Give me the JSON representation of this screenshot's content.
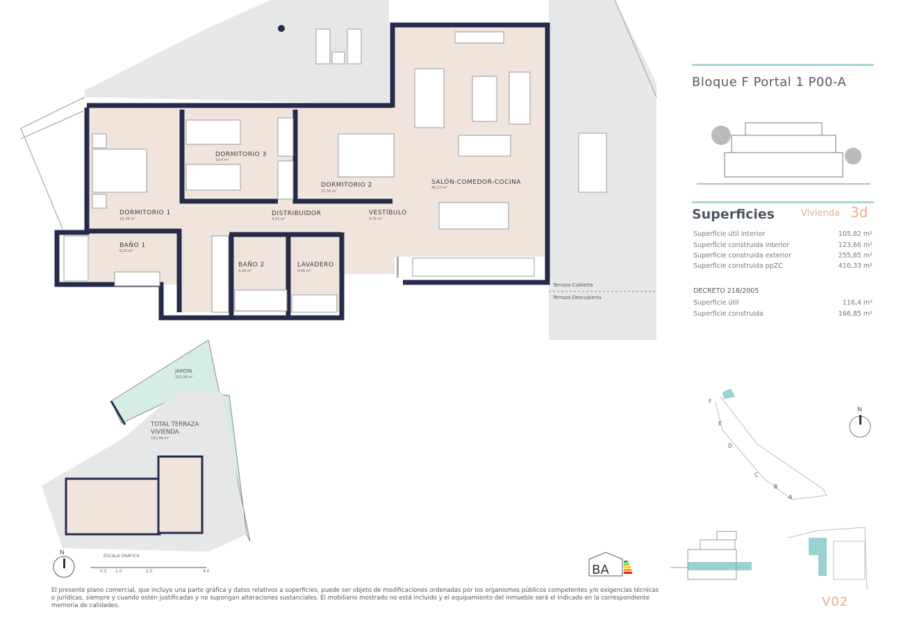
{
  "header": {
    "title": "Bloque F Portal 1 P00-A"
  },
  "superficies": {
    "heading": "Superficies",
    "vivienda_label": "Vivienda",
    "vivienda_type": "3d",
    "rows": [
      {
        "label": "Superficie útil interior",
        "value": "105,82 m²"
      },
      {
        "label": "Superficie construida interior",
        "value": "123,66 m²"
      },
      {
        "label": "Superficie construida exterior",
        "value": "255,85 m²"
      },
      {
        "label": "Superficie construida ppZC",
        "value": "410,33 m²"
      }
    ],
    "decreto": {
      "heading": "DECRETO 218/2005",
      "rows": [
        {
          "label": "Superficie útil",
          "value": "116,4 m²"
        },
        {
          "label": "Superficie construida",
          "value": "166,85 m²"
        }
      ]
    }
  },
  "rooms": [
    {
      "name": "DORMITORIO 1",
      "area": "19,78 m²"
    },
    {
      "name": "DORMITORIO 3",
      "area": "10,4 m²"
    },
    {
      "name": "DORMITORIO 2",
      "area": "11,33 m²"
    },
    {
      "name": "SALÓN-COMEDOR-COCINA",
      "area": "40,17 m²"
    },
    {
      "name": "DISTRIBUIDOR",
      "area": "4,52 m²"
    },
    {
      "name": "VESTÍBULO",
      "area": "4,76 m²"
    },
    {
      "name": "BAÑO 1",
      "area": "6,22 m²"
    },
    {
      "name": "BAÑO 2",
      "area": "4,38 m²"
    },
    {
      "name": "LAVADERO",
      "area": "4,06 m²"
    }
  ],
  "terrace_labels": {
    "cubierta": "Terraza Cubierta",
    "descubierta": "Terraza Descubierta"
  },
  "site_plan": {
    "jardin": "JARDÍN",
    "jardin_area": "101,08 m²",
    "terraza_line1": "TOTAL TERRAZA",
    "terraza_line2": "VIVIENDA",
    "terraza_area": "131,49 m²",
    "north": "N",
    "scale_title": "ESCALA GRÁFICA",
    "scale_ticks": [
      "0.5",
      "1.0",
      "2.0",
      "4.0"
    ]
  },
  "location": {
    "blocks": [
      "F",
      "E",
      "D",
      "C",
      "B",
      "A"
    ],
    "north": "N",
    "code": "V02"
  },
  "energy_label": {
    "letters": "BA"
  },
  "disclaimer": "El presente plano comercial, que incluye una parte gráfica y datos relativos a superficies, puede ser objeto de modificaciones ordenadas por los organismos públicos competentes y/o exigencias técnicas o jurídicas, siempre y cuando estén justificadas y no supongan alteraciones sustanciales. El mobiliario mostrado no está incluido y el equipamiento del inmueble será el indicado en la correspondiente memoria de calidades.",
  "colors": {
    "wall": "#262a4a",
    "floor": "#f1e4dc",
    "terrace": "#e6e7e8",
    "garden": "#d5ede6",
    "accent": "#a6d6d8",
    "highlight": "#e9ad8c"
  }
}
